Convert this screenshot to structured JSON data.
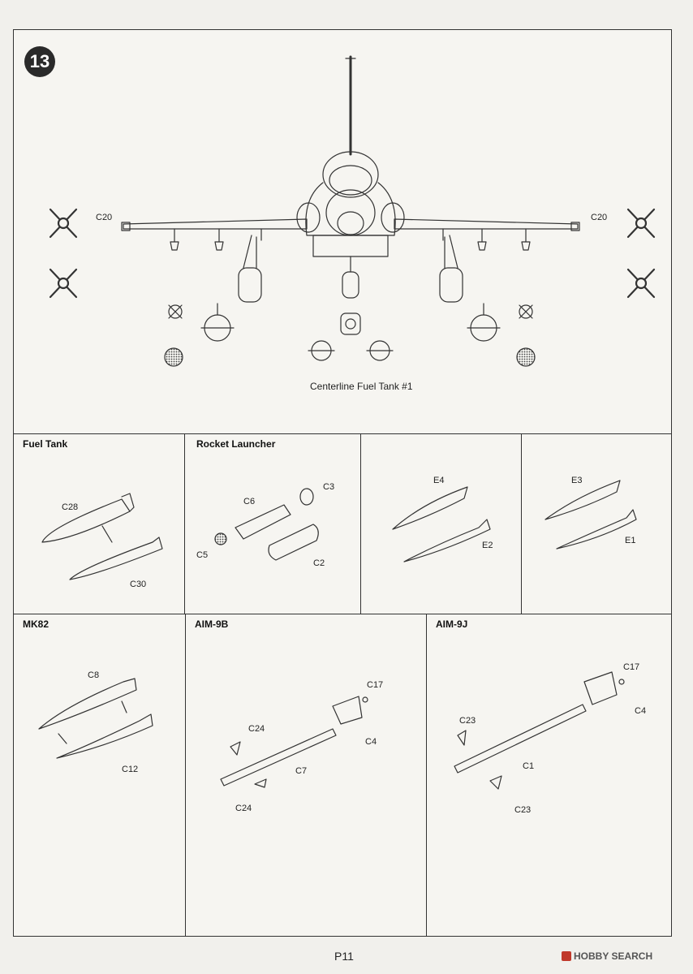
{
  "step_number": "13",
  "main": {
    "part_label_left": "C20",
    "part_label_right": "C20",
    "caption": "Centerline Fuel Tank #1"
  },
  "panels": {
    "fuel_tank": {
      "title": "Fuel Tank",
      "parts": [
        "C28",
        "C30"
      ]
    },
    "rocket_launcher": {
      "title": "Rocket Launcher",
      "parts": [
        "C6",
        "C3",
        "C5",
        "C2"
      ]
    },
    "tank_e": {
      "parts": [
        "E4",
        "E2"
      ]
    },
    "tank_e_alt": {
      "parts": [
        "E3",
        "E1"
      ]
    },
    "mk82": {
      "title": "MK82",
      "parts": [
        "C8",
        "C12"
      ]
    },
    "aim9b": {
      "title": "AIM-9B",
      "parts": [
        "C17",
        "C24",
        "C4",
        "C7",
        "C24"
      ]
    },
    "aim9j": {
      "title": "AIM-9J",
      "parts": [
        "C17",
        "C4",
        "C23",
        "C1",
        "C23"
      ]
    }
  },
  "page_number": "P11",
  "watermark": "HOBBY SEARCH"
}
